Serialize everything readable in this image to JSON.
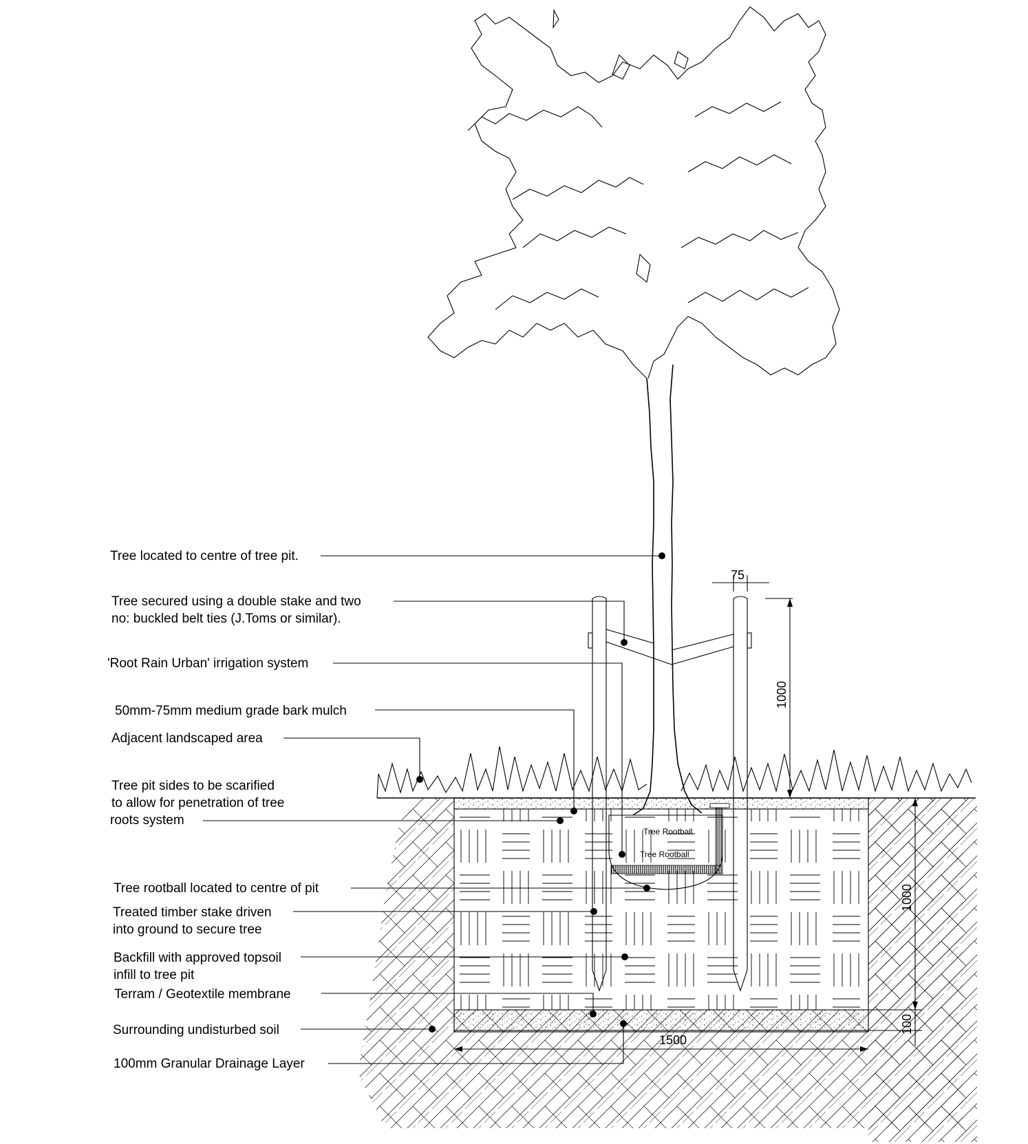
{
  "labels": {
    "tree_centre": "Tree located to centre of tree pit.",
    "stake_line1": "Tree secured using a double stake and two",
    "stake_line2": "no: buckled belt ties (J.Toms or similar).",
    "irrigation": "'Root Rain Urban' irrigation system",
    "bark_mulch": "50mm-75mm medium grade bark mulch",
    "landscaped": "Adjacent landscaped area",
    "scarify_line1": "Tree pit sides to be scarified",
    "scarify_line2": "to allow for penetration of tree",
    "scarify_line3": "roots system",
    "rootball_centre": "Tree rootball located to centre of pit",
    "timber_line1": "Treated timber stake driven",
    "timber_line2": "into ground to secure tree",
    "backfill_line1": "Backfill with approved topsoil",
    "backfill_line2": "infill to tree pit",
    "membrane": "Terram / Geotextile membrane",
    "undisturbed": "Surrounding undisturbed soil",
    "drainage": "100mm Granular Drainage Layer",
    "rootball_1": "Tree Rootball",
    "rootball_2": "Tree Rootball"
  },
  "dimensions": {
    "stake_width": "75",
    "stake_height": "1000",
    "pit_depth": "1000",
    "drainage_depth": "100",
    "pit_width": "1500"
  }
}
